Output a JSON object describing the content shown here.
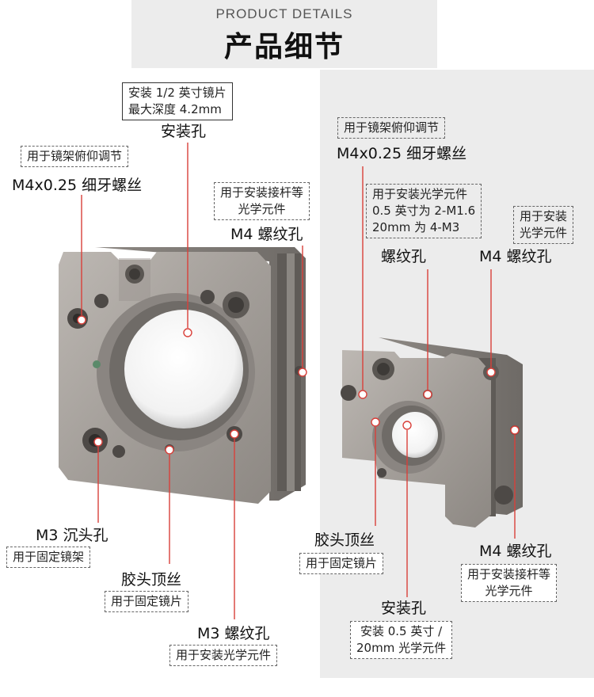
{
  "header": {
    "subtitle": "PRODUCT DETAILS",
    "title": "产品细节"
  },
  "colors": {
    "accent_line": "#d9403a",
    "label_underline": "#d6d6d6",
    "panel_bg": "#ececec"
  },
  "left": {
    "mount_hole": {
      "note_line1": "安装 1/2 英寸镜片",
      "note_line2": "最大深度 4.2mm",
      "label": "安装孔"
    },
    "fine_thread": {
      "note": "用于镜架俯仰调节",
      "label": "M4x0.25 细牙螺丝"
    },
    "m4_hole": {
      "note_line1": "用于安装接杆等",
      "note_line2": "光学元件",
      "label": "M4 螺纹孔"
    },
    "m3_counterbore": {
      "label": "M3 沉头孔",
      "note": "用于固定镜架"
    },
    "set_screw": {
      "label": "胶头顶丝",
      "note": "用于固定镜片"
    },
    "m3_hole": {
      "label": "M3 螺纹孔",
      "note": "用于安装光学元件"
    }
  },
  "right": {
    "fine_thread": {
      "note": "用于镜架俯仰调节",
      "label": "M4x0.25 细牙螺丝"
    },
    "thread_hole": {
      "note_line1": "用于安装光学元件",
      "note_line2": "0.5 英寸为 2-M1.6",
      "note_line3": "20mm 为 4-M3",
      "label": "螺纹孔"
    },
    "m4_top": {
      "note_line1": "用于安装",
      "note_line2": "光学元件",
      "label": "M4 螺纹孔"
    },
    "set_screw": {
      "label": "胶头顶丝",
      "note": "用于固定镜片"
    },
    "m4_side": {
      "label": "M4 螺纹孔",
      "note_line1": "用于安装接杆等",
      "note_line2": "光学元件"
    },
    "mount_hole": {
      "label": "安装孔",
      "note_line1": "安装 0.5 英寸 /",
      "note_line2": "20mm 光学元件"
    }
  }
}
